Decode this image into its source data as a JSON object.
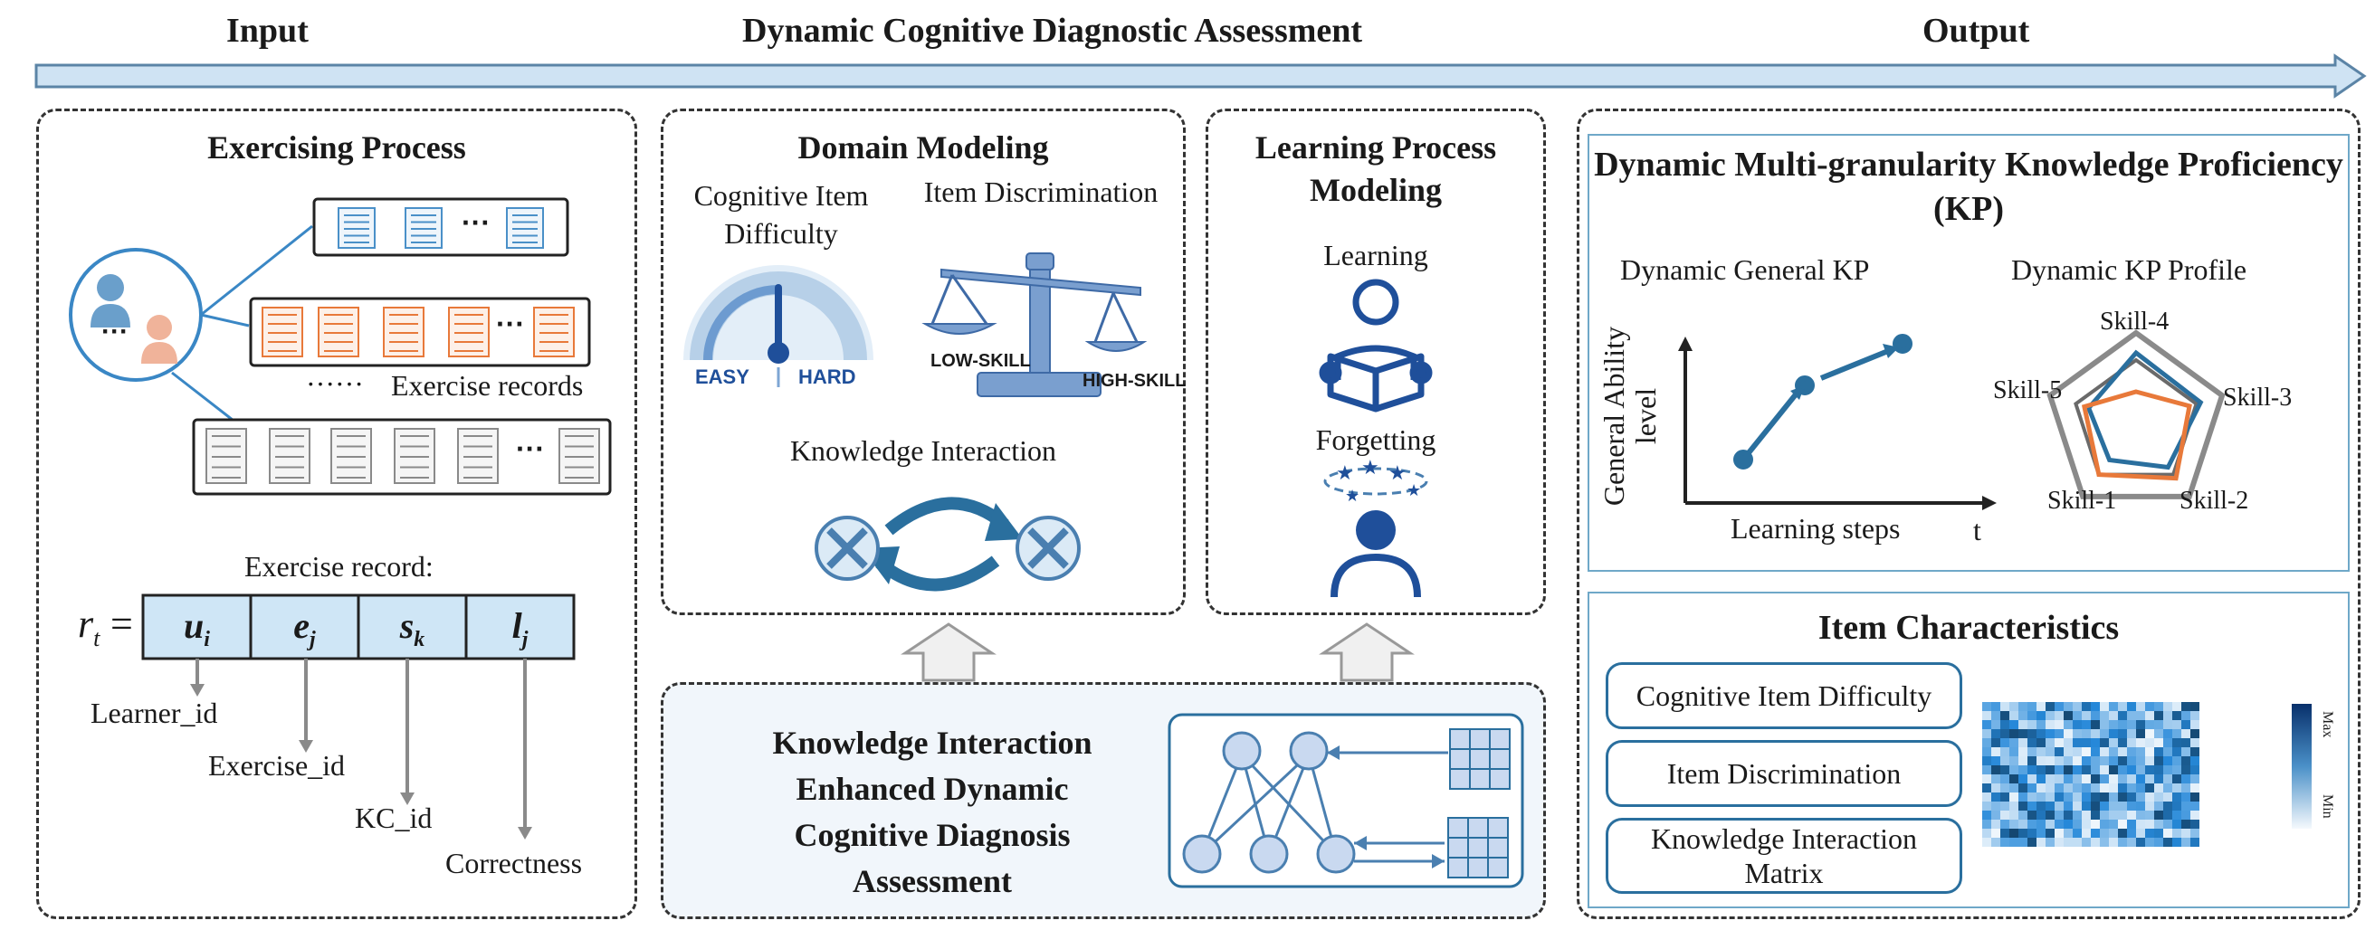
{
  "header": {
    "input": "Input",
    "middle": "Dynamic Cognitive Diagnostic Assessment",
    "output": "Output"
  },
  "exercising": {
    "title": "Exercising Process",
    "ellipsis_dots": "······",
    "records_label": "Exercise records",
    "record_caption": "Exercise record:",
    "formula_lhs": "r",
    "formula_sub": "t",
    "formula_eq": "=",
    "cells": [
      {
        "main": "u",
        "sub": "i"
      },
      {
        "main": "e",
        "sub": "j"
      },
      {
        "main": "s",
        "sub": "k"
      },
      {
        "main": "l",
        "sub": "j"
      }
    ],
    "fields": [
      "Learner_id",
      "Exercise_id",
      "KC_id",
      "Correctness"
    ],
    "dots": "···"
  },
  "domain": {
    "title": "Domain Modeling",
    "difficulty_label": "Cognitive Item Difficulty",
    "discrimination_label": "Item Discrimination",
    "gauge_easy": "EASY",
    "gauge_hard": "HARD",
    "scale_low": "LOW-SKILL",
    "scale_high": "HIGH-SKILL",
    "interaction_label": "Knowledge Interaction"
  },
  "learning": {
    "title": "Learning Process Modeling",
    "learning_label": "Learning",
    "forgetting_label": "Forgetting"
  },
  "kiedcda": {
    "title": "Knowledge Interaction Enhanced Dynamic Cognitive Diagnosis Assessment"
  },
  "output": {
    "kp_title": "Dynamic Multi-granularity Knowledge Proficiency (KP)",
    "general_label": "Dynamic General KP",
    "profile_label": "Dynamic KP Profile",
    "ylabel": "General Ability level",
    "xlabel": "Learning steps",
    "t_label": "t",
    "skills": [
      "Skill-4",
      "Skill-3",
      "Skill-2",
      "Skill-1",
      "Skill-5"
    ],
    "item_title": "Item Characteristics",
    "items": [
      "Cognitive Item Difficulty",
      "Item Discrimination",
      "Knowledge Interaction Matrix"
    ],
    "cbar_max": "Max",
    "cbar_min": "Min"
  },
  "colors": {
    "blue": "#2a6f9e",
    "light_blue": "#cfe6f6",
    "orange": "#e8793a",
    "gray": "#8a8a8a"
  }
}
